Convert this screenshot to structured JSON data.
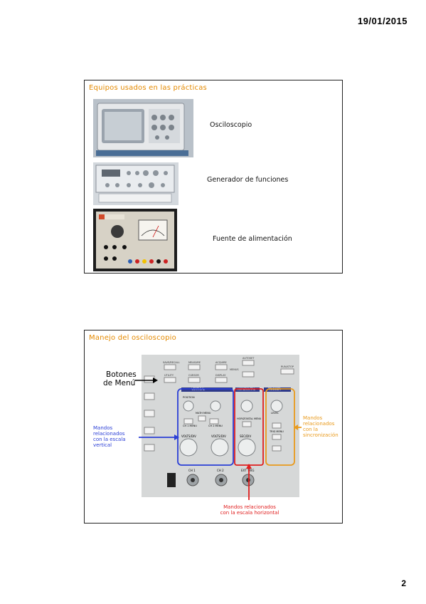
{
  "header": {
    "date": "19/01/2015"
  },
  "footer": {
    "page_number": "2"
  },
  "slide1": {
    "title": "Equipos usados en las prácticas",
    "items": [
      {
        "label": "Osciloscopio"
      },
      {
        "label": "Generador de funciones"
      },
      {
        "label": "Fuente de alimentación"
      }
    ]
  },
  "slide2": {
    "title": "Manejo del osciloscopio",
    "menu_label_line1": "Botones",
    "menu_label_line2": "de Menú",
    "vertical_note": [
      "Mandos",
      "relacionados",
      "con la escala",
      "vertical"
    ],
    "sync_note": [
      "Mandos",
      "relacionados",
      "con la",
      "sincronización"
    ],
    "horizontal_note": [
      "Mandos relacionados",
      "con la escala horizontal"
    ],
    "panel": {
      "vertical": "VERTICAL",
      "horizontal": "HORIZONTAL",
      "trigger": "TRIGGER",
      "position": "POSITION",
      "ch1_menu": "CH 1 MENU",
      "ch2_menu": "CH 2 MENU",
      "math_menu": "MATH MENU",
      "volts_div_1": "VOLTS/DIV",
      "volts_div_2": "VOLTS/DIV",
      "sec_div": "SEC/DIV",
      "horizontal_menu": "HORIZONTAL MENU",
      "level": "LEVEL",
      "trig_menu": "TRIG MENU",
      "ch1": "CH 1",
      "ch2": "CH 2",
      "ext_trig": "EXT TRIG"
    },
    "colors": {
      "vertical": "#2b3fd6",
      "horizontal": "#e01e1e",
      "trigger": "#e99a1c"
    }
  }
}
